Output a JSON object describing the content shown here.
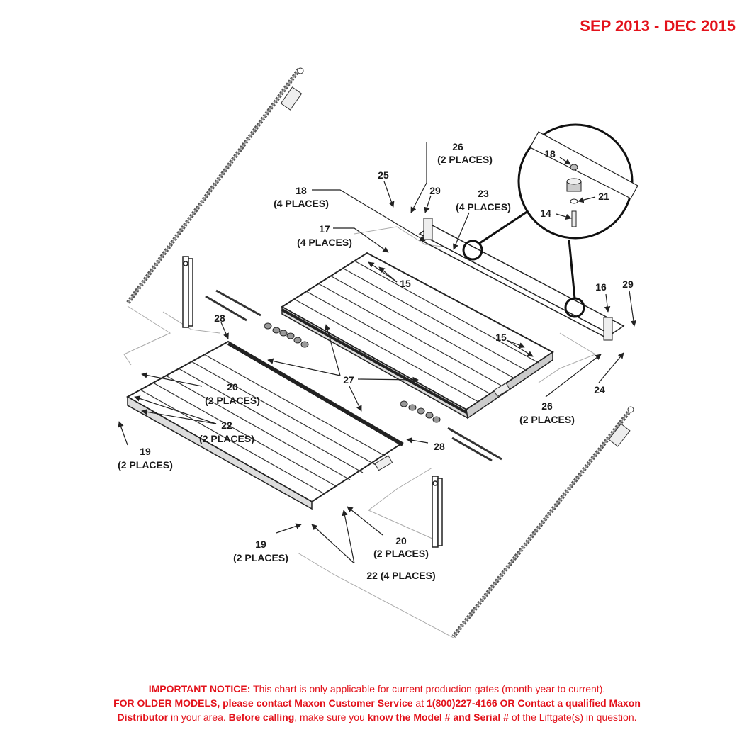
{
  "header": {
    "date_range": "SEP 2013 - DEC 2015"
  },
  "callouts": {
    "c26_top": "26",
    "c26_top_sub": "(2 PLACES)",
    "c25": "25",
    "c29_top": "29",
    "c18_left": "18",
    "c18_left_sub": "(4 PLACES)",
    "c23": "23",
    "c23_sub": "(4 PLACES)",
    "c17": "17",
    "c17_sub": "(4 PLACES)",
    "c15_a": "15",
    "c15_b": "15",
    "c28_a": "28",
    "c28_b": "28",
    "c27": "27",
    "c20_a": "20",
    "c20_a_sub": "(2 PLACES)",
    "c22_a": "22",
    "c22_a_sub": "(2 PLACES)",
    "c19_a": "19",
    "c19_a_sub": "(2 PLACES)",
    "c19_b": "19",
    "c19_b_sub": "(2 PLACES)",
    "c20_b": "20",
    "c20_b_sub": "(2 PLACES)",
    "c22_b": "22 (4 PLACES)",
    "c26_b": "26",
    "c26_b_sub": "(2 PLACES)",
    "c24": "24",
    "c16": "16",
    "c29_b": "29"
  },
  "detail": {
    "c18": "18",
    "c21": "21",
    "c14": "14"
  },
  "notice": {
    "line1_bold": "IMPORTANT NOTICE:",
    "line1_text": " This chart is only applicable for current production gates (month year to current).",
    "line2_bold": "FOR OLDER MODELS, please contact Maxon Customer Service",
    "line2_text": " at ",
    "line2_bold2": "1(800)227-4166 OR Contact a qualified Maxon",
    "line3_bold": "Distributor",
    "line3_text": " in your area. ",
    "line3_bold2": "Before calling",
    "line3_text2": ", make sure you ",
    "line3_bold3": "know the Model # and Serial #",
    "line3_text3": " of the Liftgate(s) in question."
  }
}
